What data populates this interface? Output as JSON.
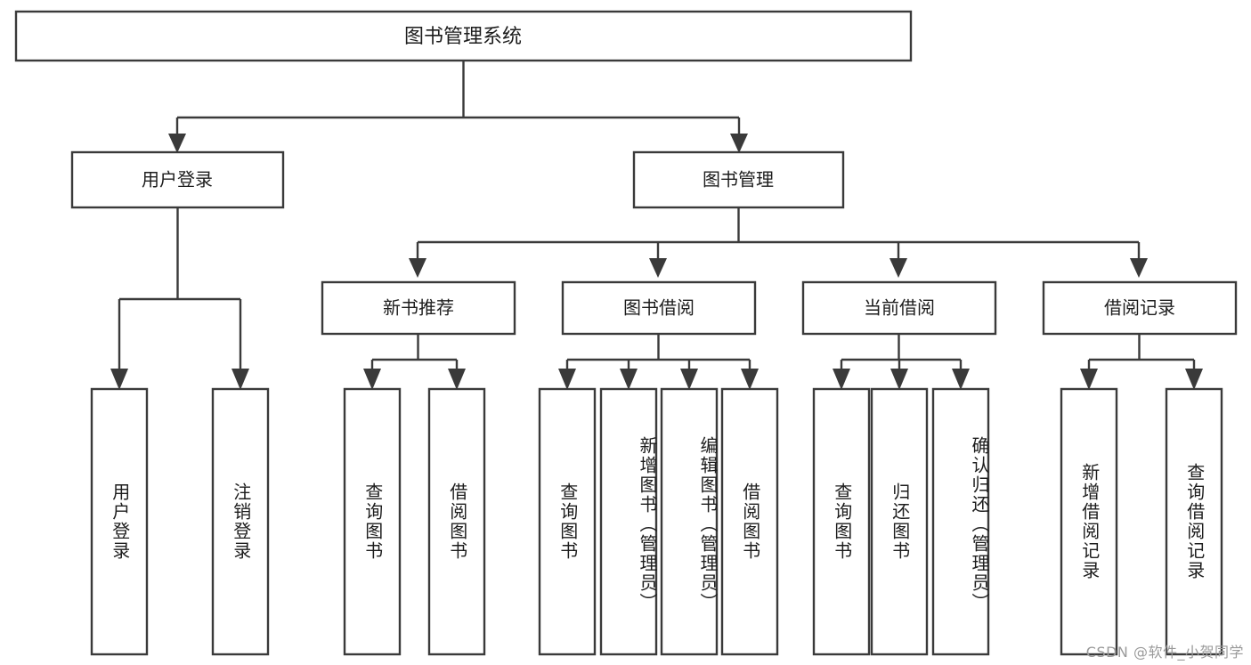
{
  "diagram": {
    "type": "tree",
    "title": "图书管理系统",
    "theme": {
      "background": "#ffffff",
      "box_fill": "#ffffff",
      "box_stroke": "#3a3a3a",
      "text_color": "#1d1d1d",
      "watermark_color": "#9a9a9a"
    },
    "root": {
      "id": "root",
      "label": "图书管理系统",
      "level": 0
    },
    "level1": [
      {
        "id": "user-login",
        "label": "用户登录",
        "level": 1
      },
      {
        "id": "book-management",
        "label": "图书管理",
        "level": 1
      }
    ],
    "level2": [
      {
        "id": "new-book-recommend",
        "label": "新书推荐",
        "parent": "book-management",
        "level": 2
      },
      {
        "id": "book-borrow",
        "label": "图书借阅",
        "parent": "book-management",
        "level": 2
      },
      {
        "id": "current-borrow",
        "label": "当前借阅",
        "parent": "book-management",
        "level": 2
      },
      {
        "id": "borrow-record",
        "label": "借阅记录",
        "parent": "book-management",
        "level": 2
      }
    ],
    "leaves": [
      {
        "id": "leaf-user-login",
        "label": "用户登录",
        "parent": "user-login",
        "level": 2
      },
      {
        "id": "leaf-user-logout",
        "label": "注销登录",
        "parent": "user-login",
        "level": 2
      },
      {
        "id": "leaf-query-book-1",
        "label": "查询图书",
        "parent": "new-book-recommend",
        "level": 3
      },
      {
        "id": "leaf-borrow-book-1",
        "label": "借阅图书",
        "parent": "new-book-recommend",
        "level": 3
      },
      {
        "id": "leaf-query-book-2",
        "label": "查询图书",
        "parent": "book-borrow",
        "level": 3
      },
      {
        "id": "leaf-add-book",
        "label": "新增图书（管理员）",
        "parent": "book-borrow",
        "level": 3
      },
      {
        "id": "leaf-edit-book",
        "label": "编辑图书（管理员）",
        "parent": "book-borrow",
        "level": 3
      },
      {
        "id": "leaf-borrow-book-2",
        "label": "借阅图书",
        "parent": "book-borrow",
        "level": 3
      },
      {
        "id": "leaf-query-book-3",
        "label": "查询图书",
        "parent": "current-borrow",
        "level": 3
      },
      {
        "id": "leaf-return-book",
        "label": "归还图书",
        "parent": "current-borrow",
        "level": 3
      },
      {
        "id": "leaf-confirm-return",
        "label": "确认归还（管理员）",
        "parent": "current-borrow",
        "level": 3
      },
      {
        "id": "leaf-add-borrow-record",
        "label": "新增借阅记录",
        "parent": "borrow-record",
        "level": 3
      },
      {
        "id": "leaf-query-borrow-record",
        "label": "查询借阅记录",
        "parent": "borrow-record",
        "level": 3
      }
    ]
  },
  "watermark": {
    "text": "CSDN @软件_小贺同学"
  }
}
